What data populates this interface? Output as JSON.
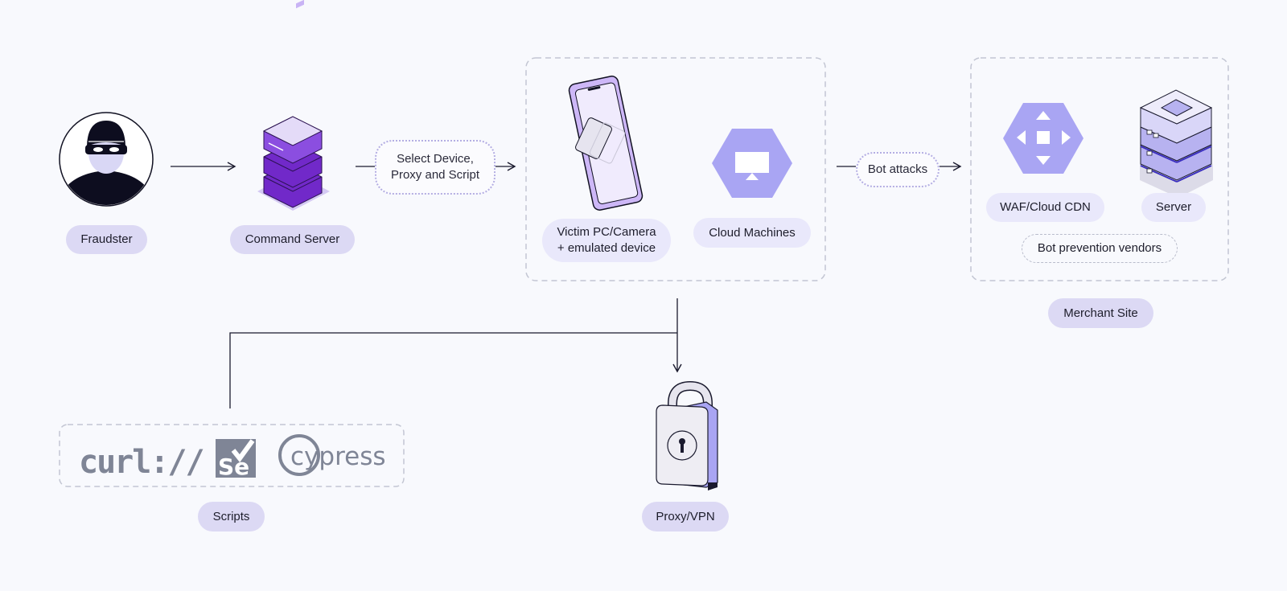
{
  "nodes": {
    "fraudster": "Fraudster",
    "command_server": "Command Server",
    "select_device": "Select Device,\nProxy and Script",
    "victim_device": "Victim PC/Camera\n+ emulated device",
    "cloud_machines": "Cloud Machines",
    "bot_attacks": "Bot attacks",
    "waf": "WAF/Cloud CDN",
    "server": "Server",
    "bot_prevention": "Bot prevention vendors",
    "merchant_site": "Merchant Site",
    "scripts": "Scripts",
    "proxy_vpn": "Proxy/VPN"
  },
  "logos": {
    "curl": "curl://",
    "selenium": "Se",
    "cypress": "cypress"
  },
  "colors": {
    "background": "#f8f9fd",
    "pill_dark": "#dcd9f4",
    "pill_light": "#e9e8fb",
    "accent_purple": "#7b2fd0",
    "accent_lavender": "#a9a5f3",
    "logo_gray": "#7f8596",
    "dashed_border": "#b9bccb"
  },
  "icons": [
    "fraudster-avatar-icon",
    "server-stack-icon",
    "smartphone-icon",
    "cloud-monitor-icon",
    "waf-arrows-icon",
    "server-box-icon",
    "padlock-icon"
  ]
}
